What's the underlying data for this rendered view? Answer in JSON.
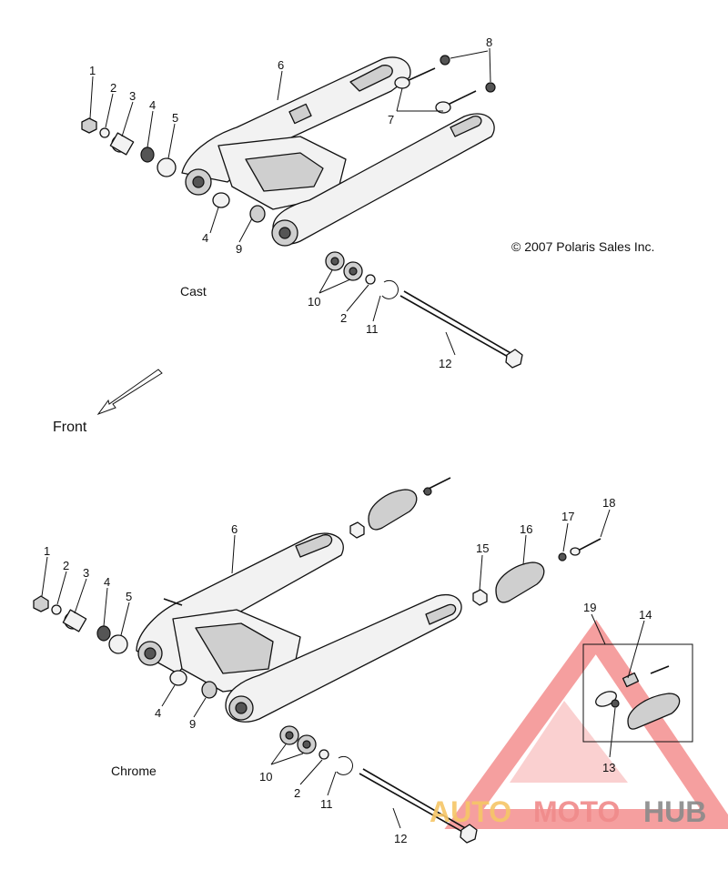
{
  "copyright": "© 2007 Polaris Sales Inc.",
  "front_label": "Front",
  "cast": {
    "caption": "Cast",
    "callouts": [
      "1",
      "2",
      "3",
      "4",
      "5",
      "6",
      "7",
      "8",
      "4",
      "9",
      "10",
      "2",
      "11",
      "12"
    ]
  },
  "chrome": {
    "caption": "Chrome",
    "callouts": [
      "1",
      "2",
      "3",
      "4",
      "5",
      "6",
      "15",
      "16",
      "17",
      "18",
      "19",
      "14",
      "13",
      "4",
      "9",
      "10",
      "2",
      "11",
      "12"
    ]
  },
  "watermark": {
    "part1": "AUTO",
    "part2": "MOTO",
    "part3": "HUB",
    "colors": {
      "auto": "#f6c667",
      "moto": "#f08a8a",
      "hub": "#8a8a8a",
      "triangle": "#f06060"
    }
  }
}
